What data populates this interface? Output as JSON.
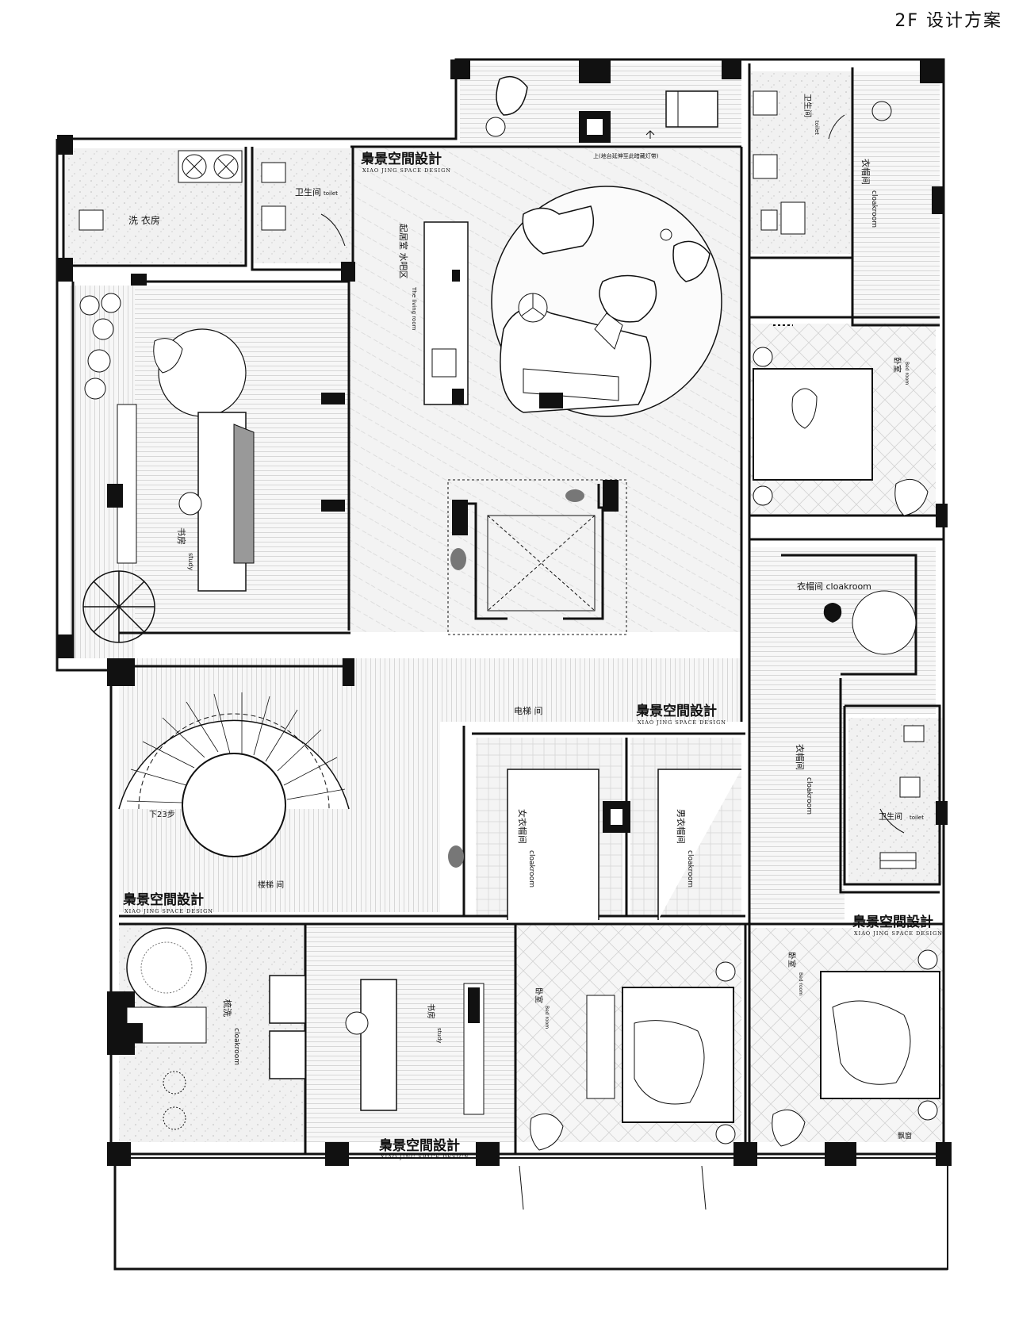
{
  "title": "2F  设计方案",
  "brand": {
    "name": "梟景空間設計",
    "sub": "XIAO JING SPACE DESIGN"
  },
  "rooms": {
    "laundry": "洗 衣房",
    "toilet_nw": "卫生间",
    "toilet_nw_en": "toilet",
    "living": "起居室 水吧区",
    "living_en": "The living room",
    "stair_note": "上(地台延伸至此暗藏灯带)",
    "toilet_ne": "卫生间",
    "toilet_ne_en": "toilet",
    "cloak_ne": "衣帽间",
    "cloak_ne_en": "cloakroom",
    "bedroom_e": "卧室",
    "bedroom_e_en": "Bed room",
    "study_w": "书房",
    "study_w_en": "study",
    "cloak_e": "衣帽间  cloakroom",
    "elevator": "电梯 间",
    "cloak_e2": "衣帽间",
    "cloak_e2_en": "cloakroom",
    "toilet_e": "卫生间",
    "toilet_e_en": "toilet",
    "stair_steps": "下23步",
    "stairwell": "楼梯 间",
    "cloak_women": "女衣帽间",
    "cloak_women_en": "cloakroom",
    "cloak_men": "男衣帽间",
    "cloak_men_en": "cloakroom",
    "bedroom_se": "卧室",
    "bedroom_se_en": "Bed room",
    "wash": "梳洗",
    "wash_en": "cloakroom",
    "study_s": "书房",
    "study_s_en": "study",
    "bedroom_s": "卧室",
    "bedroom_s_en": "Bed room",
    "bay_window": "飘窗"
  }
}
